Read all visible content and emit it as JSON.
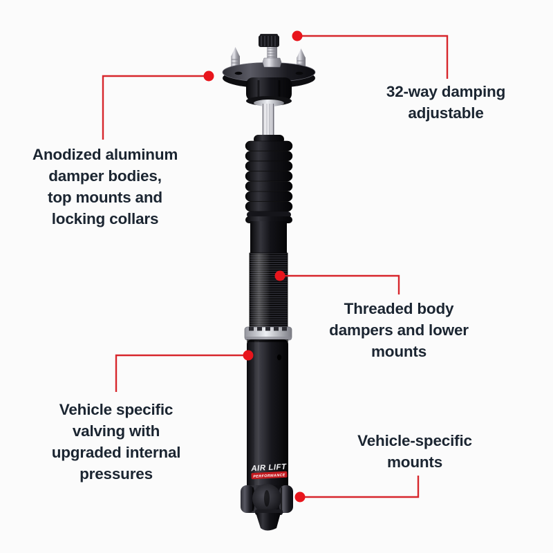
{
  "colors": {
    "background": "#fbfbfb",
    "line_red": "#d7262c",
    "dot_red": "#e8151c",
    "text_dark": "#1b2531"
  },
  "product": {
    "logo_primary": "AIR LIFT",
    "logo_secondary": "PERFORMANCE"
  },
  "callouts": {
    "damping": {
      "label": "32-way damping\nadjustable"
    },
    "top_mount": {
      "label": "Anodized aluminum\ndamper bodies,\ntop mounts and\nlocking collars"
    },
    "threaded_body": {
      "label": "Threaded body\ndampers and lower\nmounts"
    },
    "valving": {
      "label": "Vehicle specific\nvalving with\nupgraded internal\npressures"
    },
    "mounts": {
      "label": "Vehicle-specific\nmounts"
    }
  }
}
